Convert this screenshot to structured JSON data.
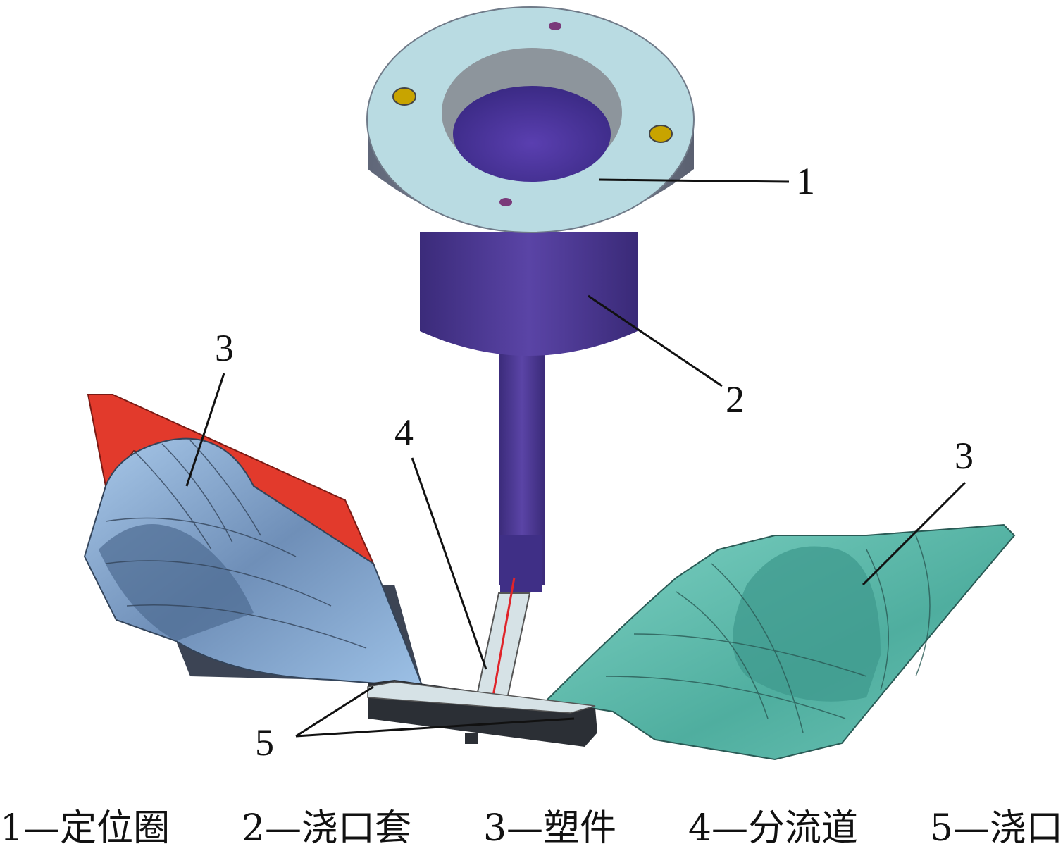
{
  "callouts": {
    "n1": "1",
    "n2": "2",
    "n3_left": "3",
    "n3_right": "3",
    "n4": "4",
    "n5": "5"
  },
  "caption": [
    "1—定位圈",
    "2—浇口套",
    "3—塑件",
    "4—分流道",
    "5—浇口"
  ],
  "colors": {
    "locating_ring": "#b9dbe2",
    "sprue_bushing": "#4f3a95",
    "left_part_blue": "#8fb7df",
    "left_part_red": "#e23a2c",
    "right_part_teal": "#6cc3b5",
    "runner": "#d6e2e6"
  }
}
